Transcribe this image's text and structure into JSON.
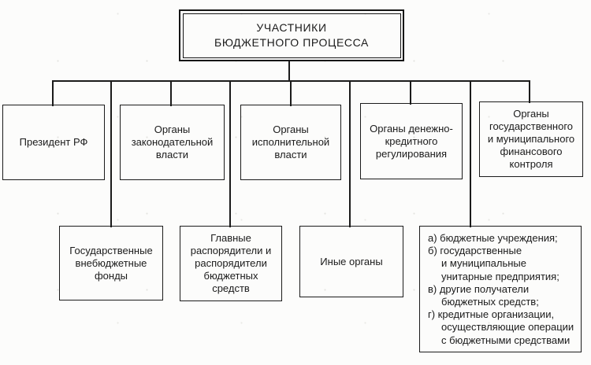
{
  "diagram": {
    "title": "УЧАСТНИКИ\nБЮДЖЕТНОГО ПРОЦЕССА",
    "level1": {
      "president": "Президент РФ",
      "legislative": "Органы\nзаконодательной\nвласти",
      "executive": "Органы\nисполнительной\nвласти",
      "monetary": "Органы денежно-\nкредитного\nрегулирования",
      "fin_control": "Органы\nгосударственного\nи муниципального\nфинансового\nконтроля"
    },
    "level2": {
      "extrabudget_funds": "Государственные\nвнебюджетные\nфонды",
      "administrators": "Главные\nраспорядители и\nраспорядители\nбюджетных\nсредств",
      "other_bodies": "Иные органы"
    },
    "list_items": [
      "а) бюджетные учреждения;",
      "б) государственные\nи муниципальные\nунитарные предприятия;",
      "в) другие получатели\nбюджетных средств;",
      "г) кредитные организации,\nосуществляющие операции\nс бюджетными средствами"
    ],
    "colors": {
      "line": "#1b1b1b",
      "text": "#1b1b1b",
      "page_background": "#fcfcfb"
    }
  }
}
